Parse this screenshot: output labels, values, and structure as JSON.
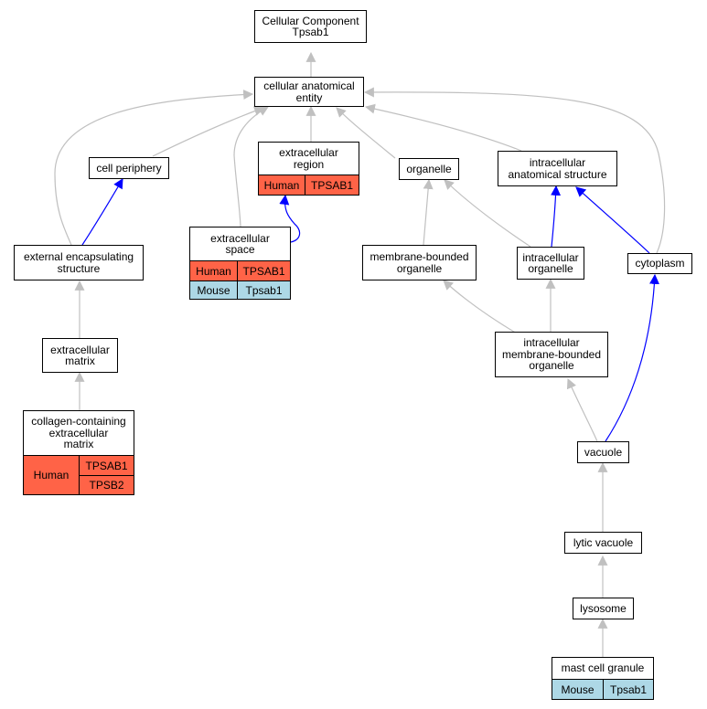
{
  "colors": {
    "human": "#ff6347",
    "mouse": "#add8e6",
    "is_a_edge": "#c0c0c0",
    "part_of_edge": "#0000ff"
  },
  "nodes": {
    "root": {
      "lines": [
        "Cellular Component",
        "Tpsab1"
      ]
    },
    "cae": {
      "lines": [
        "cellular anatomical",
        "entity"
      ]
    },
    "cellper": {
      "lines": [
        "cell periphery"
      ]
    },
    "extreg": {
      "lines": [
        "extracellular",
        "region"
      ],
      "rows": [
        {
          "species": "Human",
          "genes": [
            "TPSAB1"
          ]
        }
      ]
    },
    "organelle": {
      "lines": [
        "organelle"
      ]
    },
    "ias": {
      "lines": [
        "intracellular",
        "anatomical structure"
      ]
    },
    "ext_encap": {
      "lines": [
        "external encapsulating",
        "structure"
      ]
    },
    "extspace": {
      "lines": [
        "extracellular",
        "space"
      ],
      "rows": [
        {
          "species": "Human",
          "genes": [
            "TPSAB1"
          ]
        },
        {
          "species": "Mouse",
          "genes": [
            "Tpsab1"
          ]
        }
      ]
    },
    "membound": {
      "lines": [
        "membrane-bounded",
        "organelle"
      ]
    },
    "intorg": {
      "lines": [
        "intracellular",
        "organelle"
      ]
    },
    "cytoplasm": {
      "lines": [
        "cytoplasm"
      ]
    },
    "ecm": {
      "lines": [
        "extracellular",
        "matrix"
      ]
    },
    "imbo": {
      "lines": [
        "intracellular",
        "membrane-bounded",
        "organelle"
      ]
    },
    "collagen": {
      "lines": [
        "collagen-containing",
        "extracellular",
        "matrix"
      ],
      "rows": [
        {
          "species": "Human",
          "genes": [
            "TPSAB1",
            "TPSB2"
          ]
        }
      ]
    },
    "vacuole": {
      "lines": [
        "vacuole"
      ]
    },
    "lytic": {
      "lines": [
        "lytic vacuole"
      ]
    },
    "lysosome": {
      "lines": [
        "lysosome"
      ]
    },
    "mastcell": {
      "lines": [
        "mast cell granule"
      ],
      "rows": [
        {
          "species": "Mouse",
          "genes": [
            "Tpsab1"
          ]
        }
      ]
    }
  }
}
